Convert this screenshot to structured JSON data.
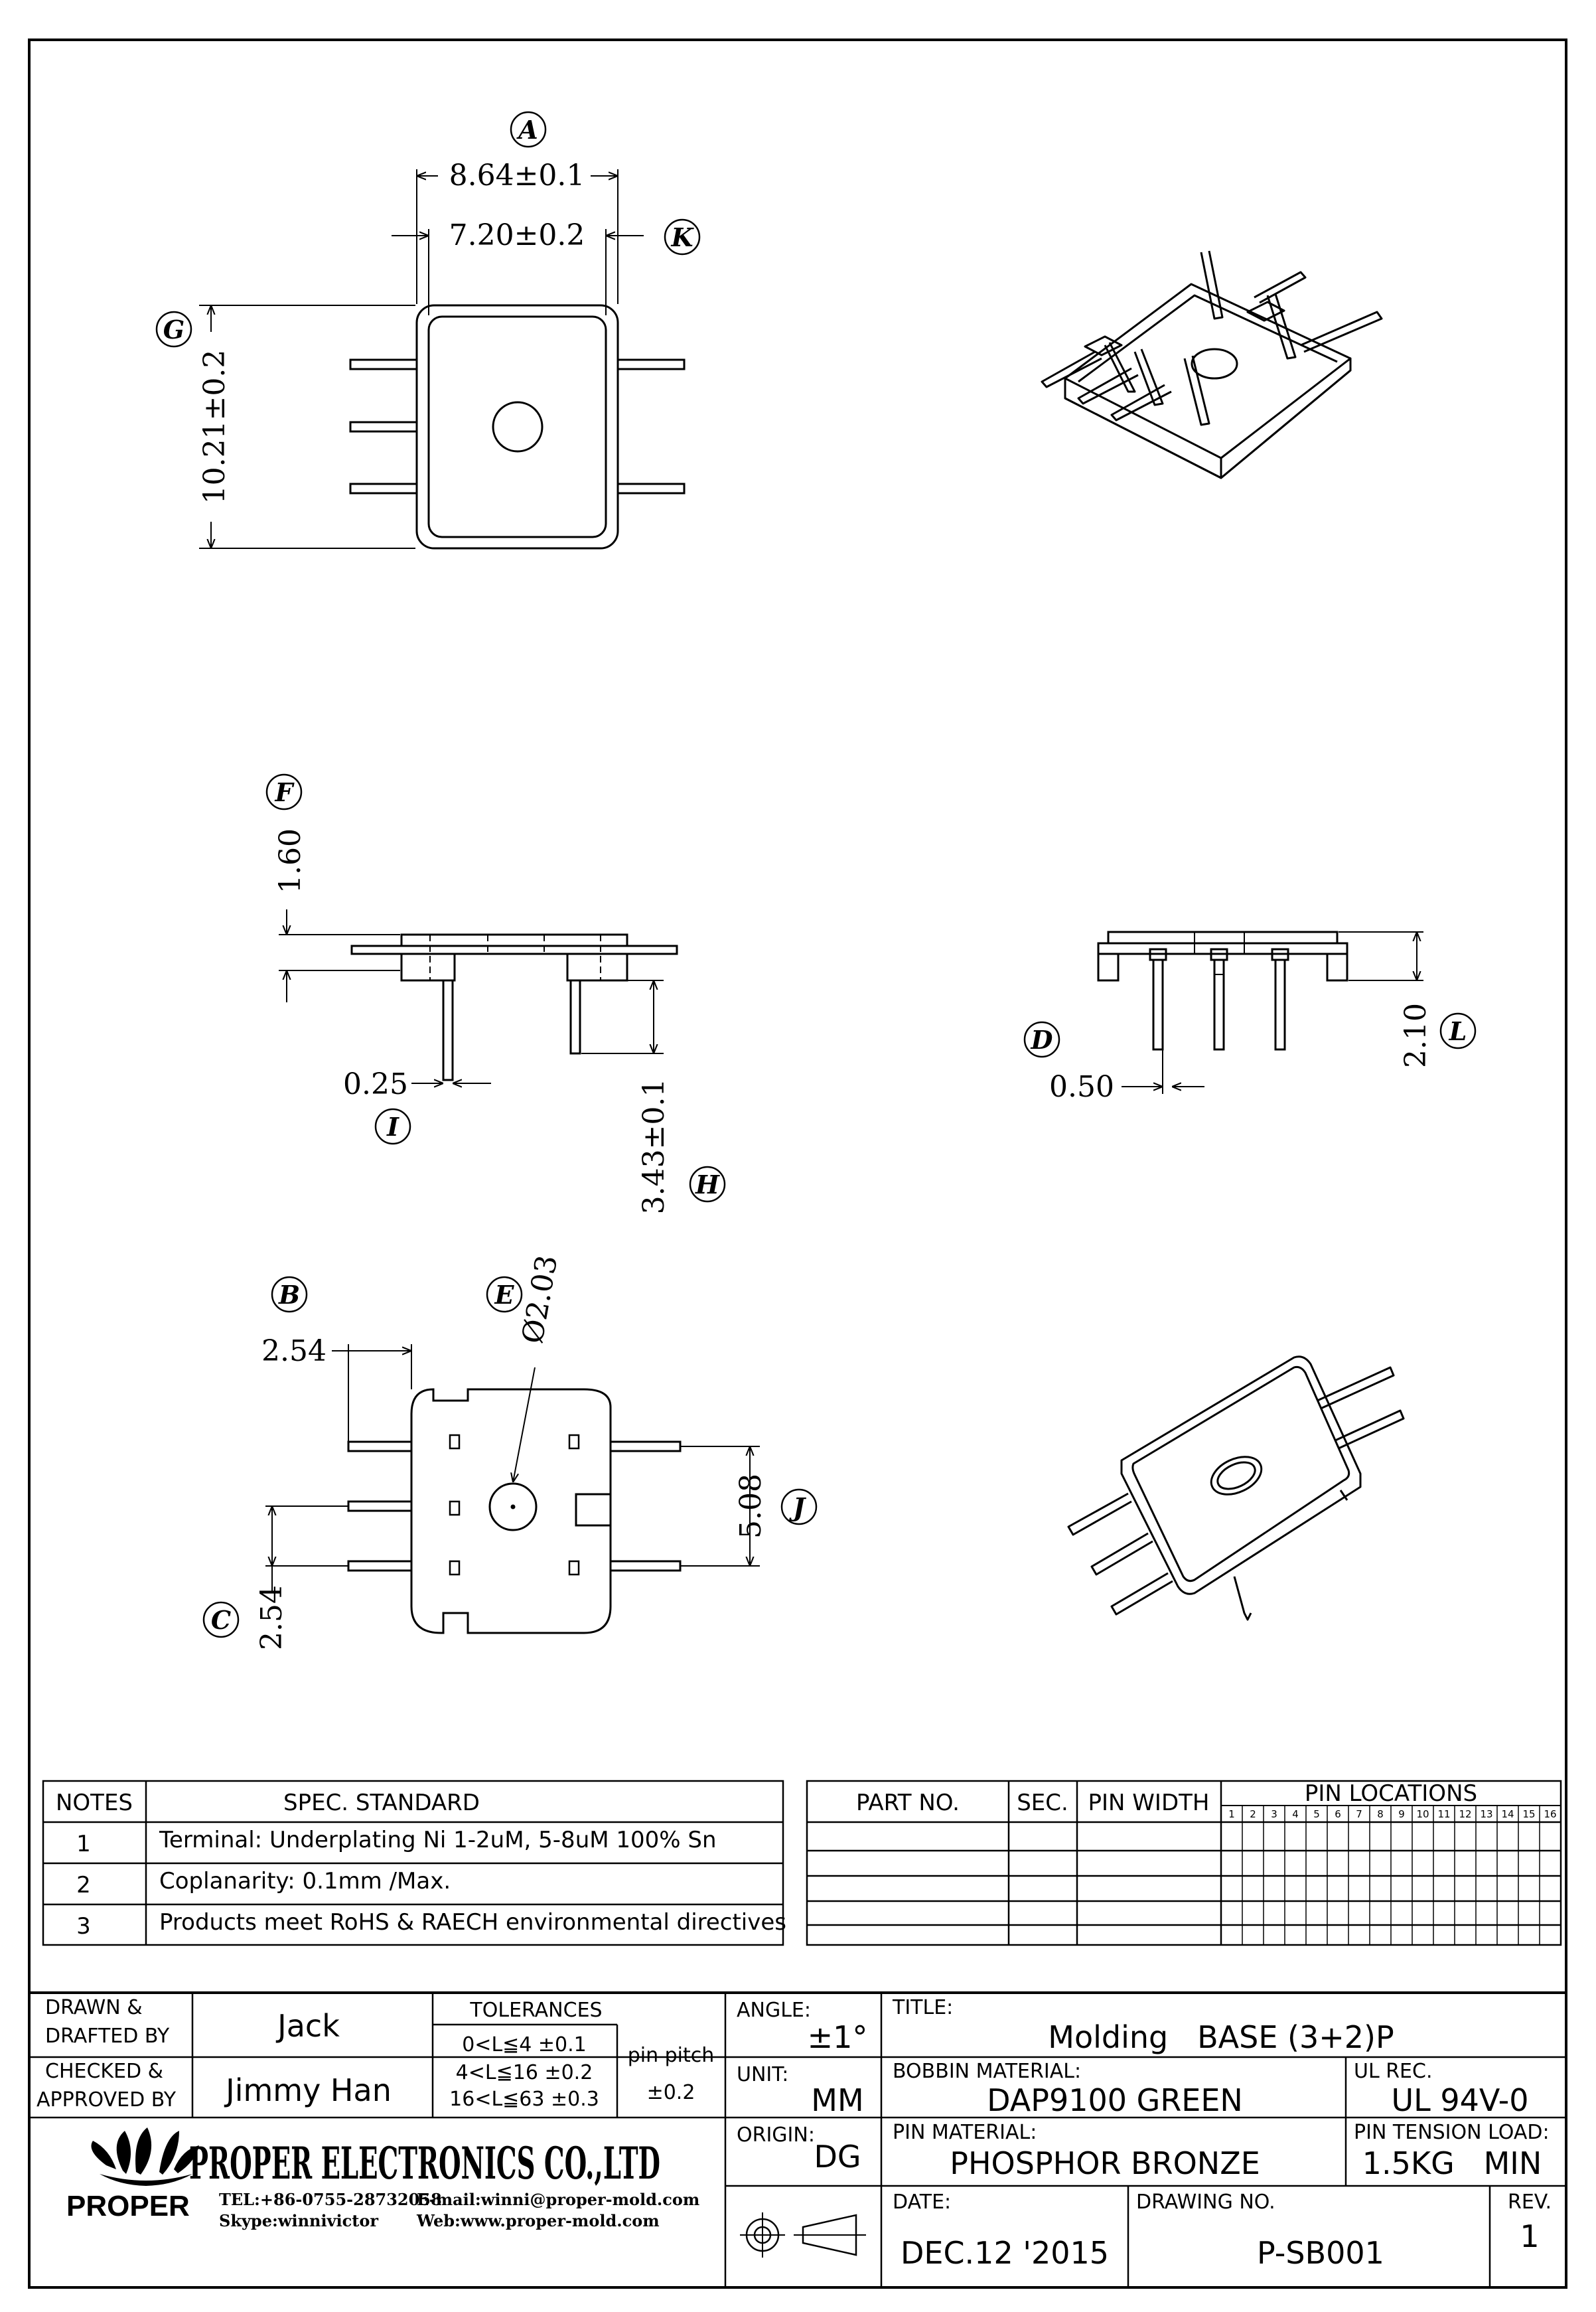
{
  "views": {
    "top": {
      "balloon_a": "A",
      "dim_a": "8.64±0.1",
      "balloon_k": "K",
      "dim_k": "7.20±0.2",
      "balloon_g": "G",
      "dim_g": "10.21±0.2"
    },
    "side": {
      "balloon_f": "F",
      "dim_f": "1.60",
      "balloon_i": "I",
      "dim_i": "0.25",
      "balloon_h": "H",
      "dim_h": "3.43±0.1"
    },
    "front": {
      "balloon_d": "D",
      "dim_d": "0.50",
      "balloon_l": "L",
      "dim_l": "2.10"
    },
    "bottom": {
      "balloon_b": "B",
      "dim_b": "2.54",
      "balloon_e": "E",
      "dim_e": "Ø2.03",
      "balloon_j": "J",
      "dim_j": "5.08",
      "balloon_c": "C",
      "dim_c": "2.54"
    }
  },
  "notes": {
    "header_notes": "NOTES",
    "header_spec": "SPEC. STANDARD",
    "rows": [
      {
        "no": "1",
        "text": "Terminal: Underplating Ni 1-2uM, 5-8uM 100% Sn"
      },
      {
        "no": "2",
        "text": "Coplanarity: 0.1mm /Max."
      },
      {
        "no": "3",
        "text": "Products meet RoHS & RAECH environmental directives"
      }
    ]
  },
  "parts_table": {
    "header_part": "PART NO.",
    "header_sec": "SEC.",
    "header_pin_width": "PIN WIDTH",
    "header_pin_locations": "PIN LOCATIONS",
    "pin_numbers": [
      "1",
      "2",
      "3",
      "4",
      "5",
      "6",
      "7",
      "8",
      "9",
      "10",
      "11",
      "12",
      "13",
      "14",
      "15",
      "16"
    ]
  },
  "title_block": {
    "drawn_label_1": "DRAWN &",
    "drawn_label_2": "DRAFTED BY",
    "drawn_by": "Jack",
    "checked_label_1": "CHECKED &",
    "checked_label_2": "APPROVED BY",
    "approved_by": "Jimmy Han",
    "tolerances_label": "TOLERANCES",
    "tol_1": "0<L≦4  ±0.1",
    "tol_2": "4<L≦16  ±0.2",
    "tol_3": "16<L≦63  ±0.3",
    "pin_pitch_label": "pin pitch",
    "pin_pitch_value": "±0.2",
    "angle_label": "ANGLE:",
    "angle_value": "±1°",
    "unit_label": "UNIT:",
    "unit_value": "MM",
    "origin_label": "ORIGIN:",
    "origin_value": "DG",
    "title_label": "TITLE:",
    "title_value": "Molding   BASE (3+2)P",
    "bobbin_label": "BOBBIN MATERIAL:",
    "bobbin_value": "DAP9100 GREEN",
    "ul_label": "UL REC.",
    "ul_value": "UL 94V-0",
    "pin_material_label": "PIN MATERIAL:",
    "pin_material_value": "PHOSPHOR BRONZE",
    "tension_label": "PIN TENSION LOAD:",
    "tension_value": "1.5KG   MIN",
    "date_label": "DATE:",
    "date_value": "DEC.12 '2015",
    "drawing_no_label": "DRAWING NO.",
    "drawing_no_value": "P-SB001",
    "rev_label": "REV.",
    "rev_value": "1"
  },
  "company": {
    "name": "PROPER ELECTRONICS CO.,LTD",
    "logo_text": "PROPER",
    "tel": "TEL:+86-0755-28732058",
    "email": "E-mail:winni@proper-mold.com",
    "skype": "Skype:winnivictor",
    "web": "Web:www.proper-mold.com"
  }
}
